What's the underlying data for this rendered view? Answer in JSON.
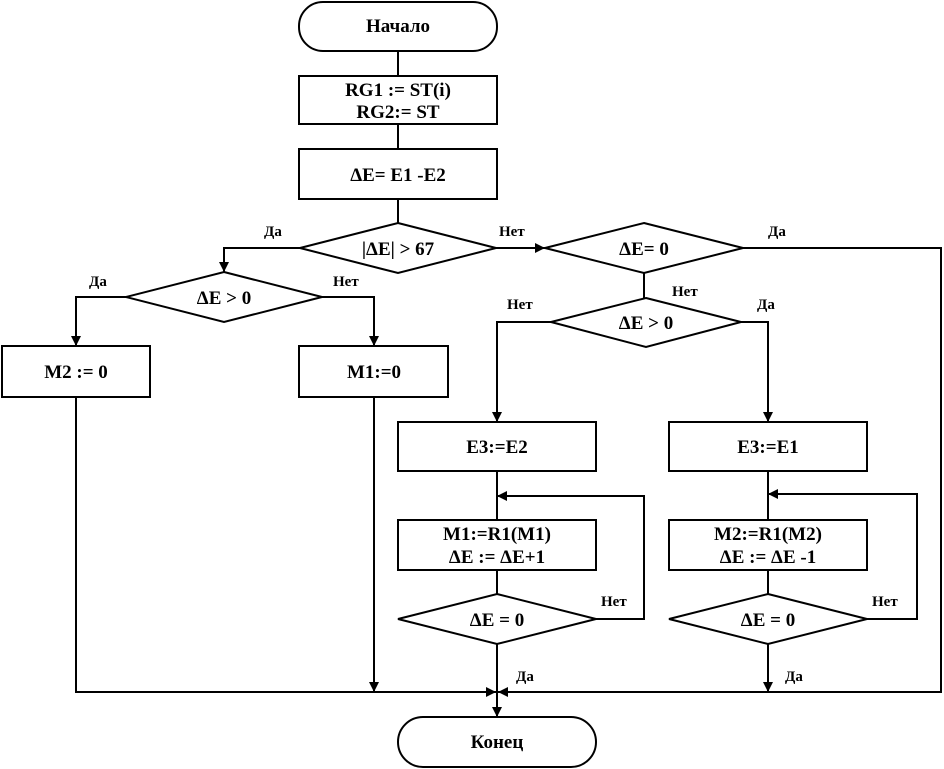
{
  "nodes": {
    "start": "Начало",
    "init_line1": "RG1 := ST(i)",
    "init_line2": "RG2:= ST",
    "delta_calc": "ΔE= E1 -E2",
    "cond_abs": "|ΔE| > 67",
    "cond_sign_left": "ΔE > 0",
    "m2_zero": "M2 := 0",
    "m1_zero": "M1:=0",
    "cond_zero_main": "ΔE= 0",
    "cond_sign_right": "ΔE > 0",
    "e3_e2": "E3:=E2",
    "e3_e1": "E3:=E1",
    "loop_left_line1": "M1:=R1(M1)",
    "loop_left_line2": "ΔE := ΔE+1",
    "loop_right_line1": "M2:=R1(M2)",
    "loop_right_line2": "ΔE := ΔE -1",
    "cond_zero_left": "ΔE = 0",
    "cond_zero_right": "ΔE = 0",
    "end": "Конец"
  },
  "labels": {
    "abs_yes": "Да",
    "abs_no": "Нет",
    "sign_left_yes": "Да",
    "sign_left_no": "Нет",
    "zero_main_yes": "Да",
    "zero_main_no": "Нет",
    "sign_right_yes": "Да",
    "sign_right_no": "Нет",
    "zero_left_no": "Нет",
    "zero_left_yes": "Да",
    "zero_right_no": "Нет",
    "zero_right_yes": "Да"
  },
  "colors": {
    "stroke": "#000000",
    "fill": "#ffffff"
  }
}
